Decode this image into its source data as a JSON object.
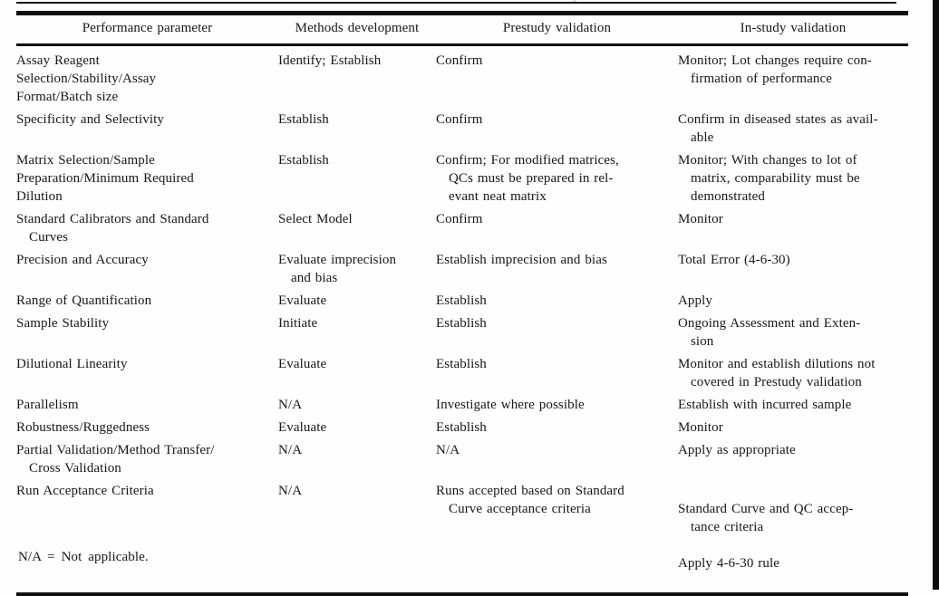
{
  "page": {
    "caption_remnant": "y",
    "footnote": "N/A = Not applicable."
  },
  "table": {
    "columns": [
      "Performance parameter",
      "Methods development",
      "Prestudy validation",
      "In-study validation"
    ],
    "rows": [
      {
        "parameter": "Assay Reagent\nSelection/Stability/Assay\nFormat/Batch size",
        "methods": "Identify; Establish",
        "prestudy": "Confirm",
        "instudy": "Monitor; Lot changes require con-\nfirmation of performance"
      },
      {
        "parameter": "Specificity and Selectivity",
        "methods": "Establish",
        "prestudy": "Confirm",
        "instudy": "Confirm in diseased states as avail-\nable"
      },
      {
        "parameter": "Matrix Selection/Sample\nPreparation/Minimum Required\nDilution",
        "methods": "Establish",
        "prestudy": "Confirm; For modified matrices,\nQCs must be prepared in rel-\nevant neat matrix",
        "instudy": "Monitor; With changes to lot of\nmatrix, comparability must be\ndemonstrated"
      },
      {
        "parameter": "Standard Calibrators and Standard\nCurves",
        "methods": "Select Model",
        "prestudy": "Confirm",
        "instudy": "Monitor"
      },
      {
        "parameter": "Precision and Accuracy",
        "methods": "Evaluate imprecision\nand bias",
        "prestudy": "Establish imprecision and bias",
        "instudy": "Total Error (4-6-30)"
      },
      {
        "parameter": "Range of Quantification",
        "methods": "Evaluate",
        "prestudy": "Establish",
        "instudy": "Apply"
      },
      {
        "parameter": "Sample Stability",
        "methods": "Initiate",
        "prestudy": "Establish",
        "instudy": "Ongoing Assessment and Exten-\nsion"
      },
      {
        "parameter": "Dilutional Linearity",
        "methods": "Evaluate",
        "prestudy": "Establish",
        "instudy": "Monitor and establish dilutions not\ncovered in Prestudy validation"
      },
      {
        "parameter": "Parallelism",
        "methods": "N/A",
        "prestudy": "Investigate where possible",
        "instudy": "Establish with incurred sample"
      },
      {
        "parameter": "Robustness/Ruggedness",
        "methods": "Evaluate",
        "prestudy": "Establish",
        "instudy": "Monitor"
      },
      {
        "parameter": "Partial Validation/Method Transfer/\nCross Validation",
        "methods": "N/A",
        "prestudy": "N/A",
        "instudy": "Apply as appropriate"
      },
      {
        "parameter": "Run Acceptance Criteria",
        "methods": "N/A",
        "prestudy": "Runs accepted based on Standard\nCurve acceptance criteria",
        "instudy": "Standard Curve and QC accep-\ntance criteria",
        "instudy2": "Apply 4-6-30 rule"
      }
    ]
  }
}
